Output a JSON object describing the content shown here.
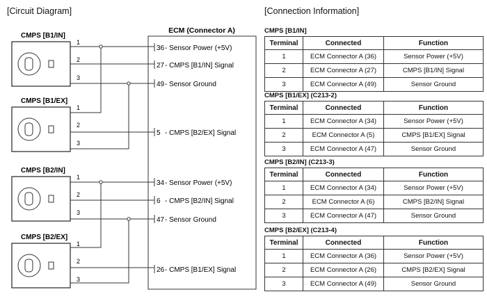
{
  "circuit": {
    "title": "[Circuit Diagram]",
    "ecm_title": "ECM (Connector A)",
    "sensors": [
      {
        "label": "CMPS [B1/IN]",
        "pins": [
          "1",
          "2",
          "3"
        ]
      },
      {
        "label": "CMPS [B1/EX]",
        "pins": [
          "1",
          "2",
          "3"
        ]
      },
      {
        "label": "CMPS [B2/IN]",
        "pins": [
          "1",
          "2",
          "3"
        ]
      },
      {
        "label": "CMPS [B2/EX]",
        "pins": [
          "1",
          "2",
          "3"
        ]
      }
    ],
    "ecm_pins": [
      {
        "num": "36",
        "label": "Sensor Power (+5V)"
      },
      {
        "num": "27",
        "label": "CMPS [B1/IN] Signal"
      },
      {
        "num": "49",
        "label": "Sensor Ground"
      },
      {
        "num": "5",
        "label": "CMPS [B2/EX] Signal"
      },
      {
        "num": "34",
        "label": "Sensor Power (+5V)"
      },
      {
        "num": "6",
        "label": "CMPS [B2/IN] Signal"
      },
      {
        "num": "47",
        "label": "Sensor Ground"
      },
      {
        "num": "26",
        "label": "CMPS [B1/EX] Signal"
      }
    ]
  },
  "connection": {
    "title": "[Connection Information]",
    "headers": [
      "Terminal",
      "Connected",
      "Function"
    ],
    "tables": [
      {
        "title": "CMPS [B1/IN]",
        "rows": [
          [
            "1",
            "ECM Connector A (36)",
            "Sensor Power (+5V)"
          ],
          [
            "2",
            "ECM Connector A (27)",
            "CMPS [B1/IN] Signal"
          ],
          [
            "3",
            "ECM Connector A (49)",
            "Sensor Ground"
          ]
        ]
      },
      {
        "title": "CMPS [B1/EX] (C213-2)",
        "rows": [
          [
            "1",
            "ECM Connector A (34)",
            "Sensor Power (+5V)"
          ],
          [
            "2",
            "ECM Connector A (5)",
            "CMPS [B1/EX] Signal"
          ],
          [
            "3",
            "ECM Connector A (47)",
            "Sensor Ground"
          ]
        ]
      },
      {
        "title": "CMPS [B2/IN] (C213-3)",
        "rows": [
          [
            "1",
            "ECM Connector A (34)",
            "Sensor Power (+5V)"
          ],
          [
            "2",
            "ECM Connector A (6)",
            "CMPS [B2/IN] Signal"
          ],
          [
            "3",
            "ECM Connector A (47)",
            "Sensor Ground"
          ]
        ]
      },
      {
        "title": "CMPS [B2/EX] (C213-4)",
        "rows": [
          [
            "1",
            "ECM Connector A (36)",
            "Sensor Power (+5V)"
          ],
          [
            "2",
            "ECM Connector A (26)",
            "CMPS [B2/EX] Signal"
          ],
          [
            "3",
            "ECM Connector A (49)",
            "Sensor Ground"
          ]
        ]
      }
    ]
  }
}
